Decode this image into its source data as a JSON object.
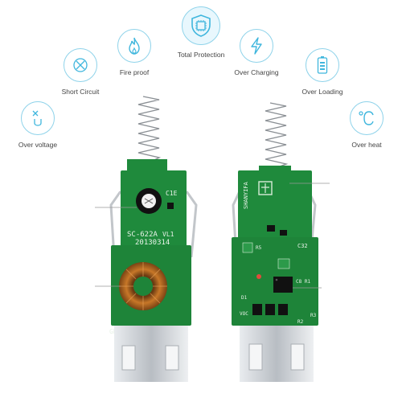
{
  "features": [
    {
      "key": "total",
      "label": "Total Protection",
      "icon": "shield-chip-icon"
    },
    {
      "key": "fire",
      "label": "Fire proof",
      "icon": "flame-icon"
    },
    {
      "key": "charge",
      "label": "Over Charging",
      "icon": "lightning-icon"
    },
    {
      "key": "short",
      "label": "Short Circuit",
      "icon": "short-circuit-icon"
    },
    {
      "key": "loading",
      "label": "Over Loading",
      "icon": "battery-icon"
    },
    {
      "key": "voltage",
      "label": "Over voltage",
      "icon": "voltage-icon"
    },
    {
      "key": "heat",
      "label": "Over heat",
      "icon": "celsius-icon"
    }
  ],
  "left_board": {
    "model": "SC-622A",
    "version": "VL1",
    "date": "20130314",
    "part": "C1E",
    "ground": "GND"
  },
  "right_board": {
    "brand": "SHANYIFA",
    "c32": "C32",
    "d1": "D1",
    "r3": "R3",
    "r2": "R2",
    "voc": "VOC",
    "c8r1": "C8 R1",
    "r5": "R5"
  },
  "colors": {
    "accent": "#3fb6dd",
    "pcb": "#1f8a3c",
    "pcb_dark": "#146b2b",
    "ring": "#a35a1c",
    "metal": "#c9ccd0"
  }
}
